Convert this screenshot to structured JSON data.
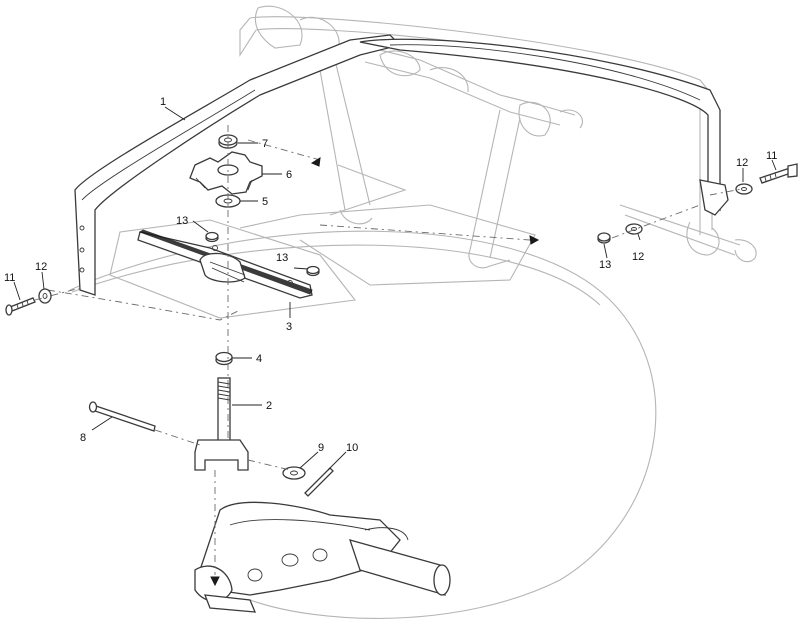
{
  "diagram": {
    "callouts": [
      {
        "id": "c1",
        "label": "1"
      },
      {
        "id": "c2",
        "label": "2"
      },
      {
        "id": "c3",
        "label": "3"
      },
      {
        "id": "c4",
        "label": "4"
      },
      {
        "id": "c5",
        "label": "5"
      },
      {
        "id": "c6",
        "label": "6"
      },
      {
        "id": "c7",
        "label": "7"
      },
      {
        "id": "c8",
        "label": "8"
      },
      {
        "id": "c9",
        "label": "9"
      },
      {
        "id": "c10",
        "label": "10"
      },
      {
        "id": "c11a",
        "label": "11"
      },
      {
        "id": "c11b",
        "label": "11"
      },
      {
        "id": "c12a",
        "label": "12"
      },
      {
        "id": "c12b",
        "label": "12"
      },
      {
        "id": "c12c",
        "label": "12"
      },
      {
        "id": "c13a",
        "label": "13"
      },
      {
        "id": "c13b",
        "label": "13"
      },
      {
        "id": "c13c",
        "label": "13"
      }
    ]
  }
}
